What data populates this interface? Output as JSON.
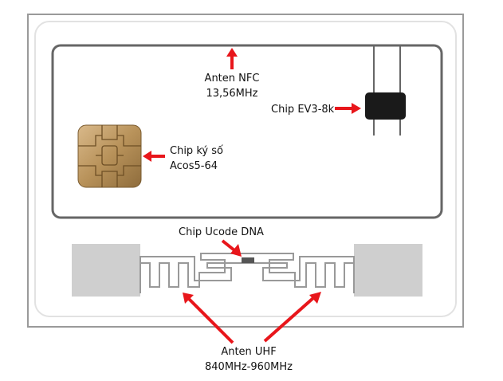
{
  "labels": {
    "anten_nfc": {
      "line1": "Anten NFC",
      "line2": "13,56MHz"
    },
    "chip_ev3": "Chip EV3-8k",
    "chip_ky_so": {
      "line1": "Chip ký số",
      "line2": "Acos5-64"
    },
    "chip_ucode": "Chip Ucode DNA",
    "anten_uhf": {
      "line1": "Anten UHF",
      "line2": "840MHz-960MHz"
    }
  },
  "colors": {
    "arrow": "#e8161b",
    "card_outline": "#9a9a9a",
    "inner_outline": "#666666",
    "pad_fill": "#cfcfcf",
    "chip_body": "#1a1a1a",
    "gold_contact": "#b8925a"
  },
  "icons": [
    "arrow-icon",
    "chip-contact-icon",
    "chip-ev3-icon",
    "ucode-chip-icon",
    "uhf-antenna-icon"
  ]
}
